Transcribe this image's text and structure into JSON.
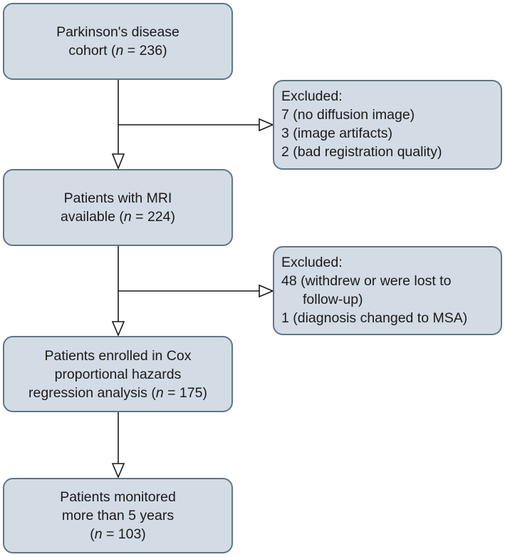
{
  "main_boxes": [
    {
      "lines": [
        {
          "pre": "Parkinson's disease",
          "n": "",
          "post": ""
        },
        {
          "pre": "cohort (",
          "n": "n",
          "post": " = 236)"
        }
      ]
    },
    {
      "lines": [
        {
          "pre": "Patients with MRI",
          "n": "",
          "post": ""
        },
        {
          "pre": "available (",
          "n": "n",
          "post": " = 224)"
        }
      ]
    },
    {
      "lines": [
        {
          "pre": "Patients enrolled in Cox",
          "n": "",
          "post": ""
        },
        {
          "pre": "proportional hazards",
          "n": "",
          "post": ""
        },
        {
          "pre": "regression analysis (",
          "n": "n",
          "post": " = 175)"
        }
      ]
    },
    {
      "lines": [
        {
          "pre": "Patients monitored",
          "n": "",
          "post": ""
        },
        {
          "pre": "more than 5 years",
          "n": "",
          "post": ""
        },
        {
          "pre": "(",
          "n": "n",
          "post": " = 103)"
        }
      ]
    }
  ],
  "exclusion_boxes": [
    {
      "title": "Excluded:",
      "items": [
        "7 (no diffusion image)",
        "3 (image artifacts)",
        "2 (bad registration quality)"
      ]
    },
    {
      "title": "Excluded:",
      "items": [
        "48 (withdrew or were lost to",
        "follow-up)",
        "1 (diagnosis changed to MSA)"
      ]
    }
  ],
  "colors": {
    "box_fill": "#d3dce5",
    "box_border": "#5f7689",
    "arrow": "#1a1a1a"
  }
}
